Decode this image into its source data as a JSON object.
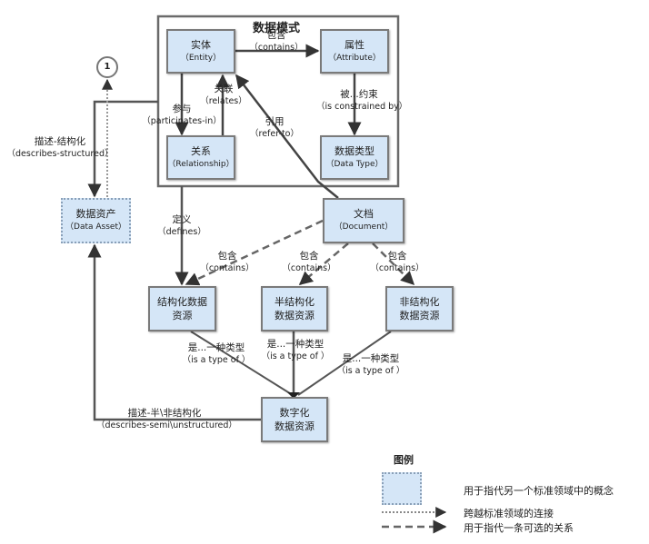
{
  "schema_group": {
    "title": "数据模式"
  },
  "nodes": {
    "entity": {
      "zh": "实体",
      "en": "（Entity）"
    },
    "attribute": {
      "zh": "属性",
      "en": "（Attribute）"
    },
    "relationship": {
      "zh": "关系",
      "en": "（Relationship）"
    },
    "data_type": {
      "zh": "数据类型",
      "en": "（Data Type）"
    },
    "document": {
      "zh": "文档",
      "en": "（Document）"
    },
    "data_asset": {
      "zh": "数据资产",
      "en": "（Data Asset）"
    },
    "structured": {
      "zh": "结构化数据",
      "zh2": "资源"
    },
    "semi_structured": {
      "zh": "半结构化",
      "zh2": "数据资源"
    },
    "unstructured": {
      "zh": "非结构化",
      "zh2": "数据资源"
    },
    "digital": {
      "zh": "数字化",
      "zh2": "数据资源"
    },
    "connector": {
      "label": "1"
    }
  },
  "edges": {
    "entity_attribute": {
      "zh": "包含",
      "en": "（contains）"
    },
    "entity_relationship": {
      "zh": "参与",
      "en": "（participates-in）"
    },
    "relationship_entity": {
      "zh": "关联",
      "en": "（relates）"
    },
    "attribute_datatype": {
      "zh": "被...约束",
      "en": "（is constrained by）"
    },
    "document_entity": {
      "zh": "引用",
      "en": "（refer-to）"
    },
    "schema_dataasset": {
      "zh": "描述-结构化",
      "en": "（describes-structured）"
    },
    "schema_structured": {
      "zh": "定义",
      "en": "（defines）"
    },
    "document_structured": {
      "zh": "包含",
      "en": "（contains）"
    },
    "document_semi": {
      "zh": "包含",
      "en": "（contains）"
    },
    "document_unstructured": {
      "zh": "包含",
      "en": "（contains）"
    },
    "structured_digital": {
      "zh": "是...一种类型",
      "en": "（is a type of ）"
    },
    "semi_digital": {
      "zh": "是...一种类型",
      "en": "（is a type of ）"
    },
    "unstructured_digital": {
      "zh": "是...一种类型",
      "en": "（is a type of ）"
    },
    "digital_dataasset": {
      "zh": "描述-半\\非结构化",
      "en": "（describes-semi\\unstructured）"
    }
  },
  "legend": {
    "title": "图例",
    "items": [
      {
        "symbol": "dotted-box",
        "text": "用于指代另一个标准领域中的概念"
      },
      {
        "symbol": "dotted-arrow",
        "text": "跨越标准领域的连接"
      },
      {
        "symbol": "dashed-arrow",
        "text": "用于指代一条可选的关系"
      }
    ]
  },
  "colors": {
    "box_fill": "#d5e6f7",
    "box_border": "#7a7a7a",
    "line": "#555555",
    "dotted_border": "#8aa0b8"
  }
}
